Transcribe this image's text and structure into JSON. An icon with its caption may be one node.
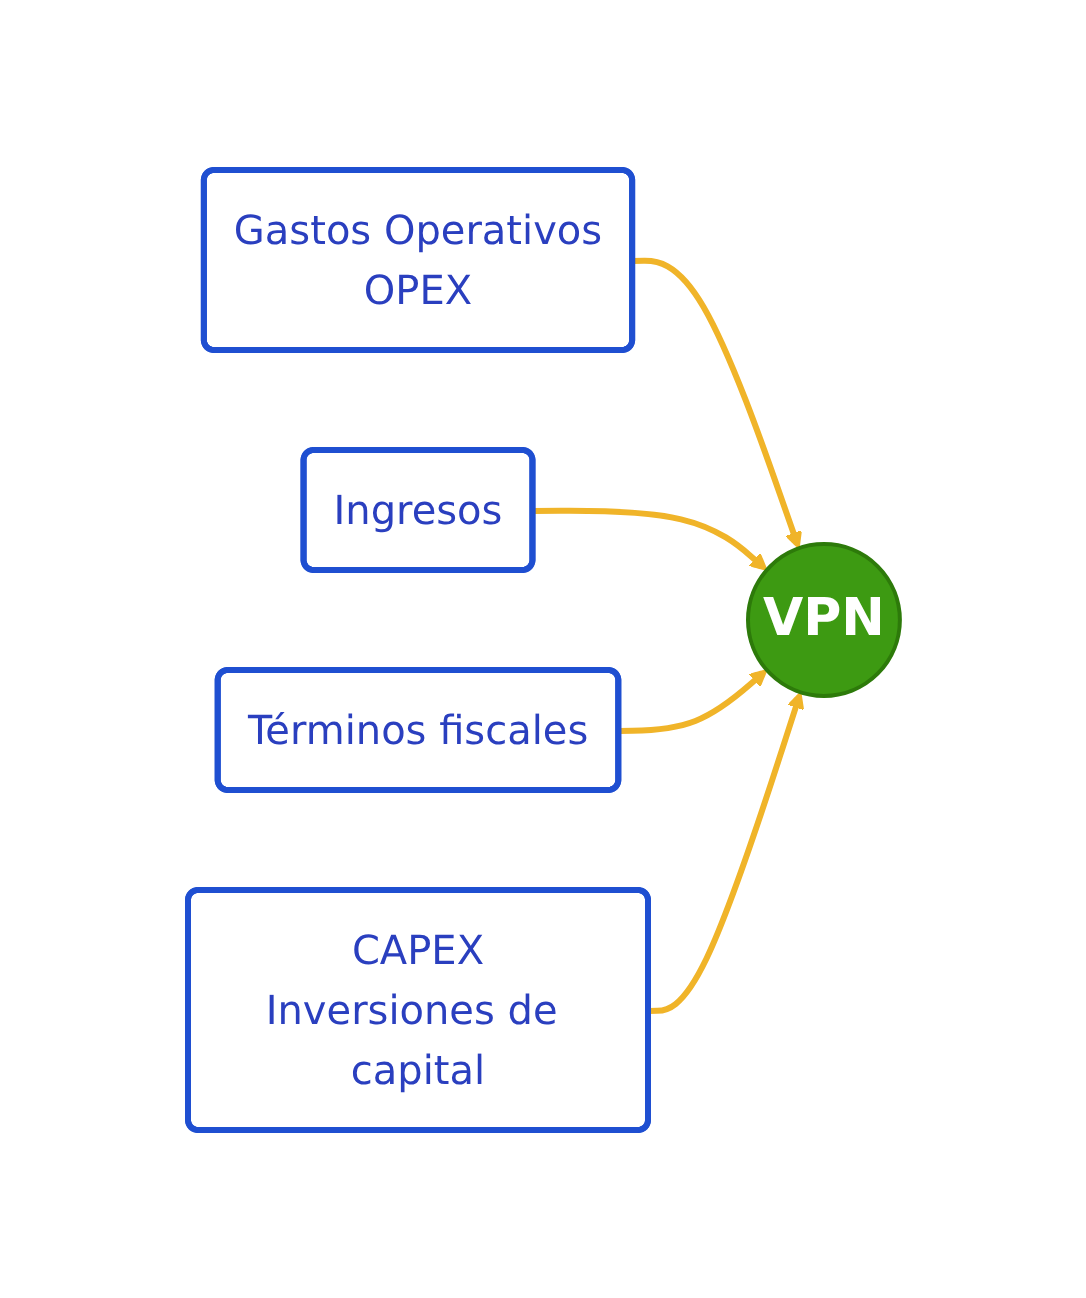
{
  "diagram": {
    "nodes": [
      {
        "text": [
          "Gastos Operativos",
          "OPEX"
        ]
      },
      {
        "text": [
          "Ingresos"
        ]
      },
      {
        "text": [
          "VPN"
        ]
      },
      {
        "text": [
          "Términos fiscales"
        ]
      },
      {
        "text": [
          "CAPEX",
          "Inversiones de capital"
        ]
      }
    ],
    "edges": [
      {
        "from": 0,
        "to": 2,
        "arrow": "to"
      },
      {
        "from": 1,
        "to": 2,
        "arrow": "to"
      },
      {
        "from": 3,
        "to": 2,
        "arrow": "to"
      },
      {
        "from": 4,
        "to": 2,
        "arrow": "to"
      }
    ]
  }
}
